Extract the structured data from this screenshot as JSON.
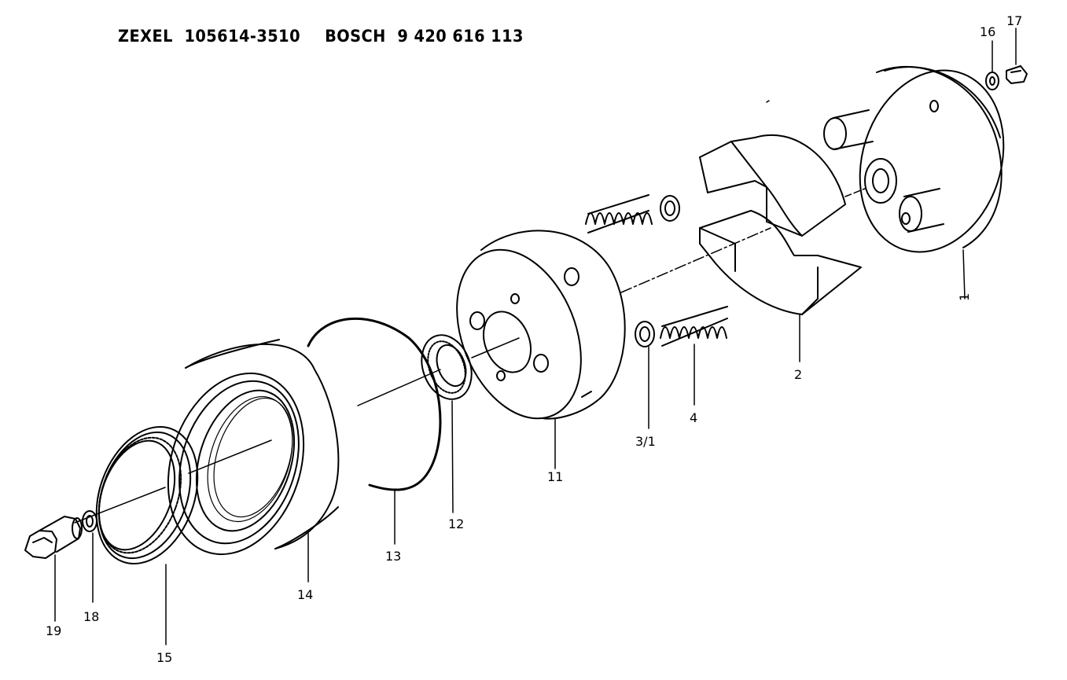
{
  "header": {
    "brand1": "ZEXEL",
    "number1": "105614-3510",
    "brand2": "BOSCH",
    "number2": "9 420 616 113"
  },
  "labels": {
    "p1": "1",
    "p2": "2",
    "p3": "3/1",
    "p4": "4",
    "p11": "11",
    "p12": "12",
    "p13": "13",
    "p14": "14",
    "p15": "15",
    "p16": "16",
    "p17": "17",
    "p18": "18",
    "p19": "19"
  },
  "colors": {
    "line": "#000000",
    "background": "#ffffff"
  }
}
